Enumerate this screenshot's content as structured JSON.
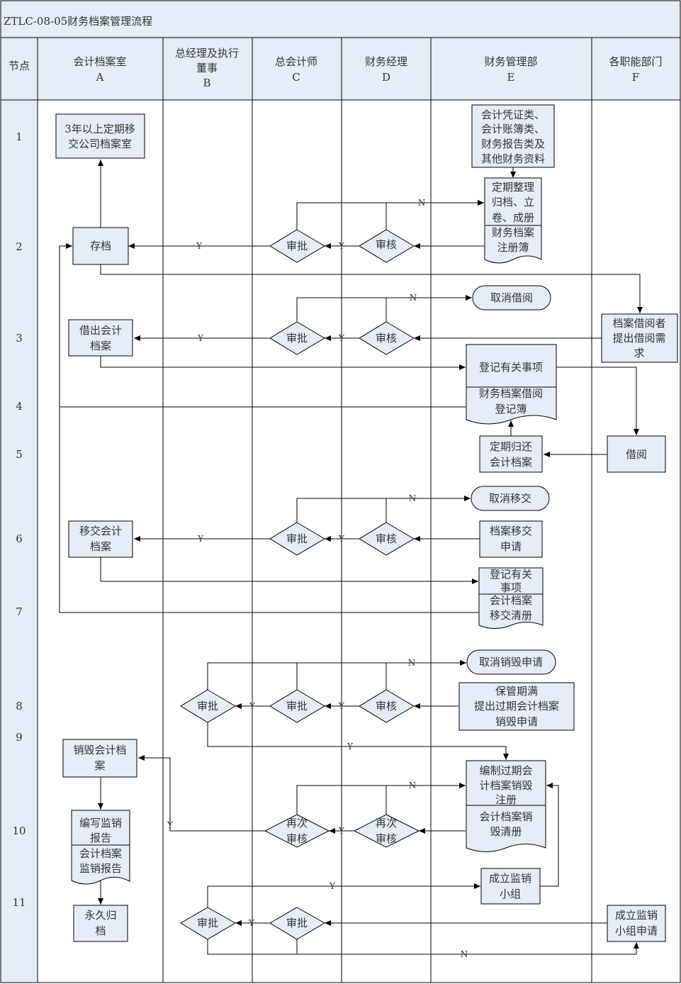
{
  "title": "ZTLC-08-05财务档案管理流程",
  "colors": {
    "header_bg": "#e6ecf5",
    "node_bg": "#e6ecf5",
    "line": "#000000",
    "text": "#333333"
  },
  "lanes": {
    "node_col": "节点",
    "A": {
      "name": "会计档案室",
      "code": "A"
    },
    "B": {
      "name1": "总经理及执行",
      "name2": "董事",
      "code": "B"
    },
    "C": {
      "name": "总会计师",
      "code": "C"
    },
    "D": {
      "name": "财务经理",
      "code": "D"
    },
    "E": {
      "name": "财务管理部",
      "code": "E"
    },
    "F": {
      "name": "各职能部门",
      "code": "F"
    }
  },
  "node_numbers": [
    "1",
    "2",
    "3",
    "4",
    "5",
    "6",
    "7",
    "8",
    "9",
    "10",
    "11"
  ],
  "edge_labels": {
    "yes": "Y",
    "no": "N"
  },
  "nodes": {
    "archive_transfer": [
      "3年以上定期移",
      "交公司档案室"
    ],
    "store": "存档",
    "lend_out": [
      "借出会计",
      "档案"
    ],
    "transfer_out": [
      "移交会计",
      "档案"
    ],
    "destroy": [
      "销毁会计档",
      "案"
    ],
    "write_report": [
      "编写监销",
      "报告"
    ],
    "report_doc": [
      "会计档案",
      "监销报告"
    ],
    "permanent": [
      "永久归",
      "档"
    ],
    "approve": "审批",
    "review": "审核",
    "re_approve": [
      "再次",
      "审核"
    ],
    "re_review": [
      "再次",
      "审核"
    ],
    "materials": [
      "会计凭证类、",
      "会计账簿类、",
      "财务报告类及",
      "其他财务资料"
    ],
    "organize": [
      "定期整理",
      "归档、立",
      "卷、成册"
    ],
    "register_book": [
      "财务档案",
      "注册簿"
    ],
    "cancel_borrow": "取消借阅",
    "record_items": "登记有关事项",
    "borrow_book": [
      "财务档案借阅",
      "登记簿"
    ],
    "return": [
      "定期归还",
      "会计档案"
    ],
    "cancel_transfer": "取消移交",
    "transfer_request": [
      "档案移交",
      "申请"
    ],
    "record_items2": [
      "登记有关",
      "事项"
    ],
    "transfer_list": [
      "会计档案",
      "移交清册"
    ],
    "cancel_destroy": "取消销毁申请",
    "expire": [
      "保管期满",
      "提出过期会计档案",
      "销毁申请"
    ],
    "destroy_register": [
      "编制过期会",
      "计档案销毁",
      "注册"
    ],
    "destroy_list": [
      "会计档案销",
      "毁清册"
    ],
    "supervise_group": [
      "成立监销",
      "小组"
    ],
    "borrower": [
      "档案借阅者",
      "提出借阅需",
      "求"
    ],
    "borrow": "借阅",
    "group_request": [
      "成立监销",
      "小组申请"
    ]
  }
}
